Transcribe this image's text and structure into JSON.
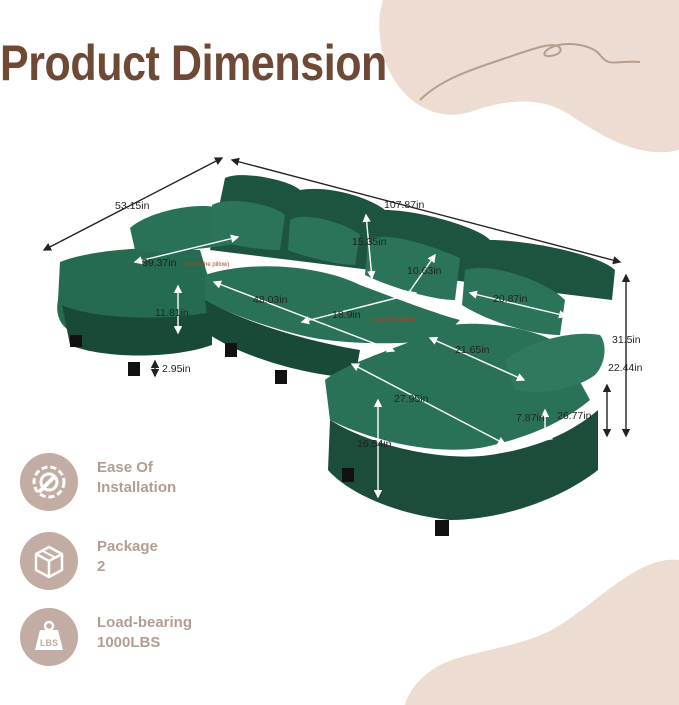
{
  "title": "Product Dimension",
  "colors": {
    "title": "#6e4a36",
    "sofa": "#1f5a44",
    "blob": "#ecdcd1",
    "icon_circle": "#c2aca3",
    "feature_text": "#b39d93"
  },
  "dimensions": {
    "chaise_depth": "53.15in",
    "total_width": "107.87in",
    "back_cushion_height": "15.35in",
    "pillow_width": "10.63in",
    "pillow_length": "20.87in",
    "total_height": "31.5in",
    "chaise_length": "39.37in",
    "chaise_length_note": "(includ the pillow)",
    "seat_height": "11.81in",
    "leg_height": "2.95in",
    "seat_depth": "48.03in",
    "seat_depth_inner": "18.9in",
    "seat_depth_inner_note": "(includ the pillow)",
    "chaise_width": "21.65in",
    "arm_height": "22.44in",
    "chaise_seat_length": "27.95in",
    "arm_width": "7.87in",
    "arm_length": "26.77in",
    "seat_front_height": "16.54in"
  },
  "features": [
    {
      "icon": "gear-wrench-icon",
      "line1": "Ease Of",
      "line2": "Installation"
    },
    {
      "icon": "package-box-icon",
      "line1": "Package",
      "line2": "2"
    },
    {
      "icon": "weight-lbs-icon",
      "line1": "Load-bearing",
      "line2": "1000LBS"
    }
  ]
}
